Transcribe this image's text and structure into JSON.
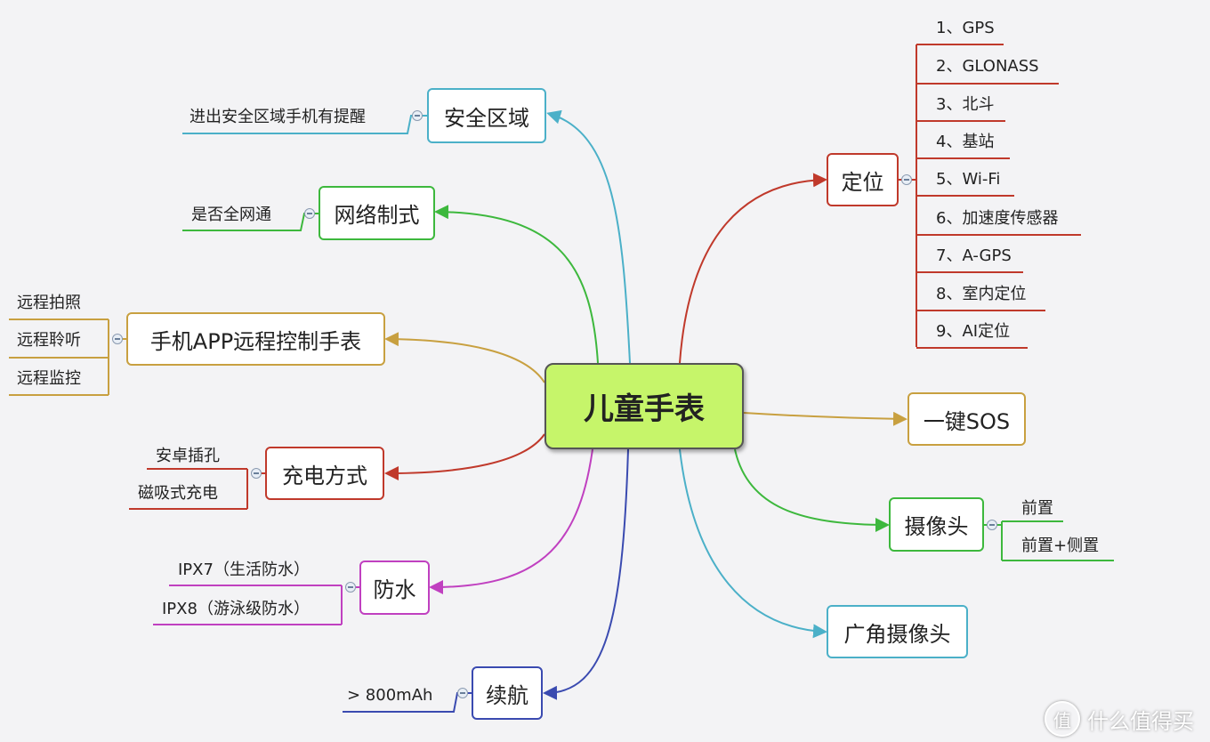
{
  "center": {
    "label": "儿童手表"
  },
  "colors": {
    "teal": "#4bb0c8",
    "green": "#3db83d",
    "gold": "#c8a040",
    "red": "#c0392b",
    "magenta": "#c040c0",
    "navy": "#3a4ab0"
  },
  "branches": {
    "safe_zone": {
      "label": "安全区域",
      "leaves": [
        "进出安全区域手机有提醒"
      ]
    },
    "network": {
      "label": "网络制式",
      "leaves": [
        "是否全网通"
      ]
    },
    "app_control": {
      "label": "手机APP远程控制手表",
      "leaves": [
        "远程拍照",
        "远程聆听",
        "远程监控"
      ]
    },
    "charging": {
      "label": "充电方式",
      "leaves": [
        "安卓插孔",
        "磁吸式充电"
      ]
    },
    "waterproof": {
      "label": "防水",
      "leaves": [
        "IPX7（生活防水）",
        "IPX8（游泳级防水）"
      ]
    },
    "battery": {
      "label": "续航",
      "leaves": [
        "> 800mAh"
      ]
    },
    "positioning": {
      "label": "定位",
      "leaves": [
        "1、GPS",
        "2、GLONASS",
        "3、北斗",
        "4、基站",
        "5、Wi-Fi",
        "6、加速度传感器",
        "7、A-GPS",
        "8、室内定位",
        "9、AI定位"
      ]
    },
    "sos": {
      "label": "一键SOS"
    },
    "camera": {
      "label": "摄像头",
      "leaves": [
        "前置",
        "前置+侧置"
      ]
    },
    "wide_camera": {
      "label": "广角摄像头"
    }
  },
  "watermark": {
    "icon_text": "值",
    "text": "什么值得买"
  }
}
